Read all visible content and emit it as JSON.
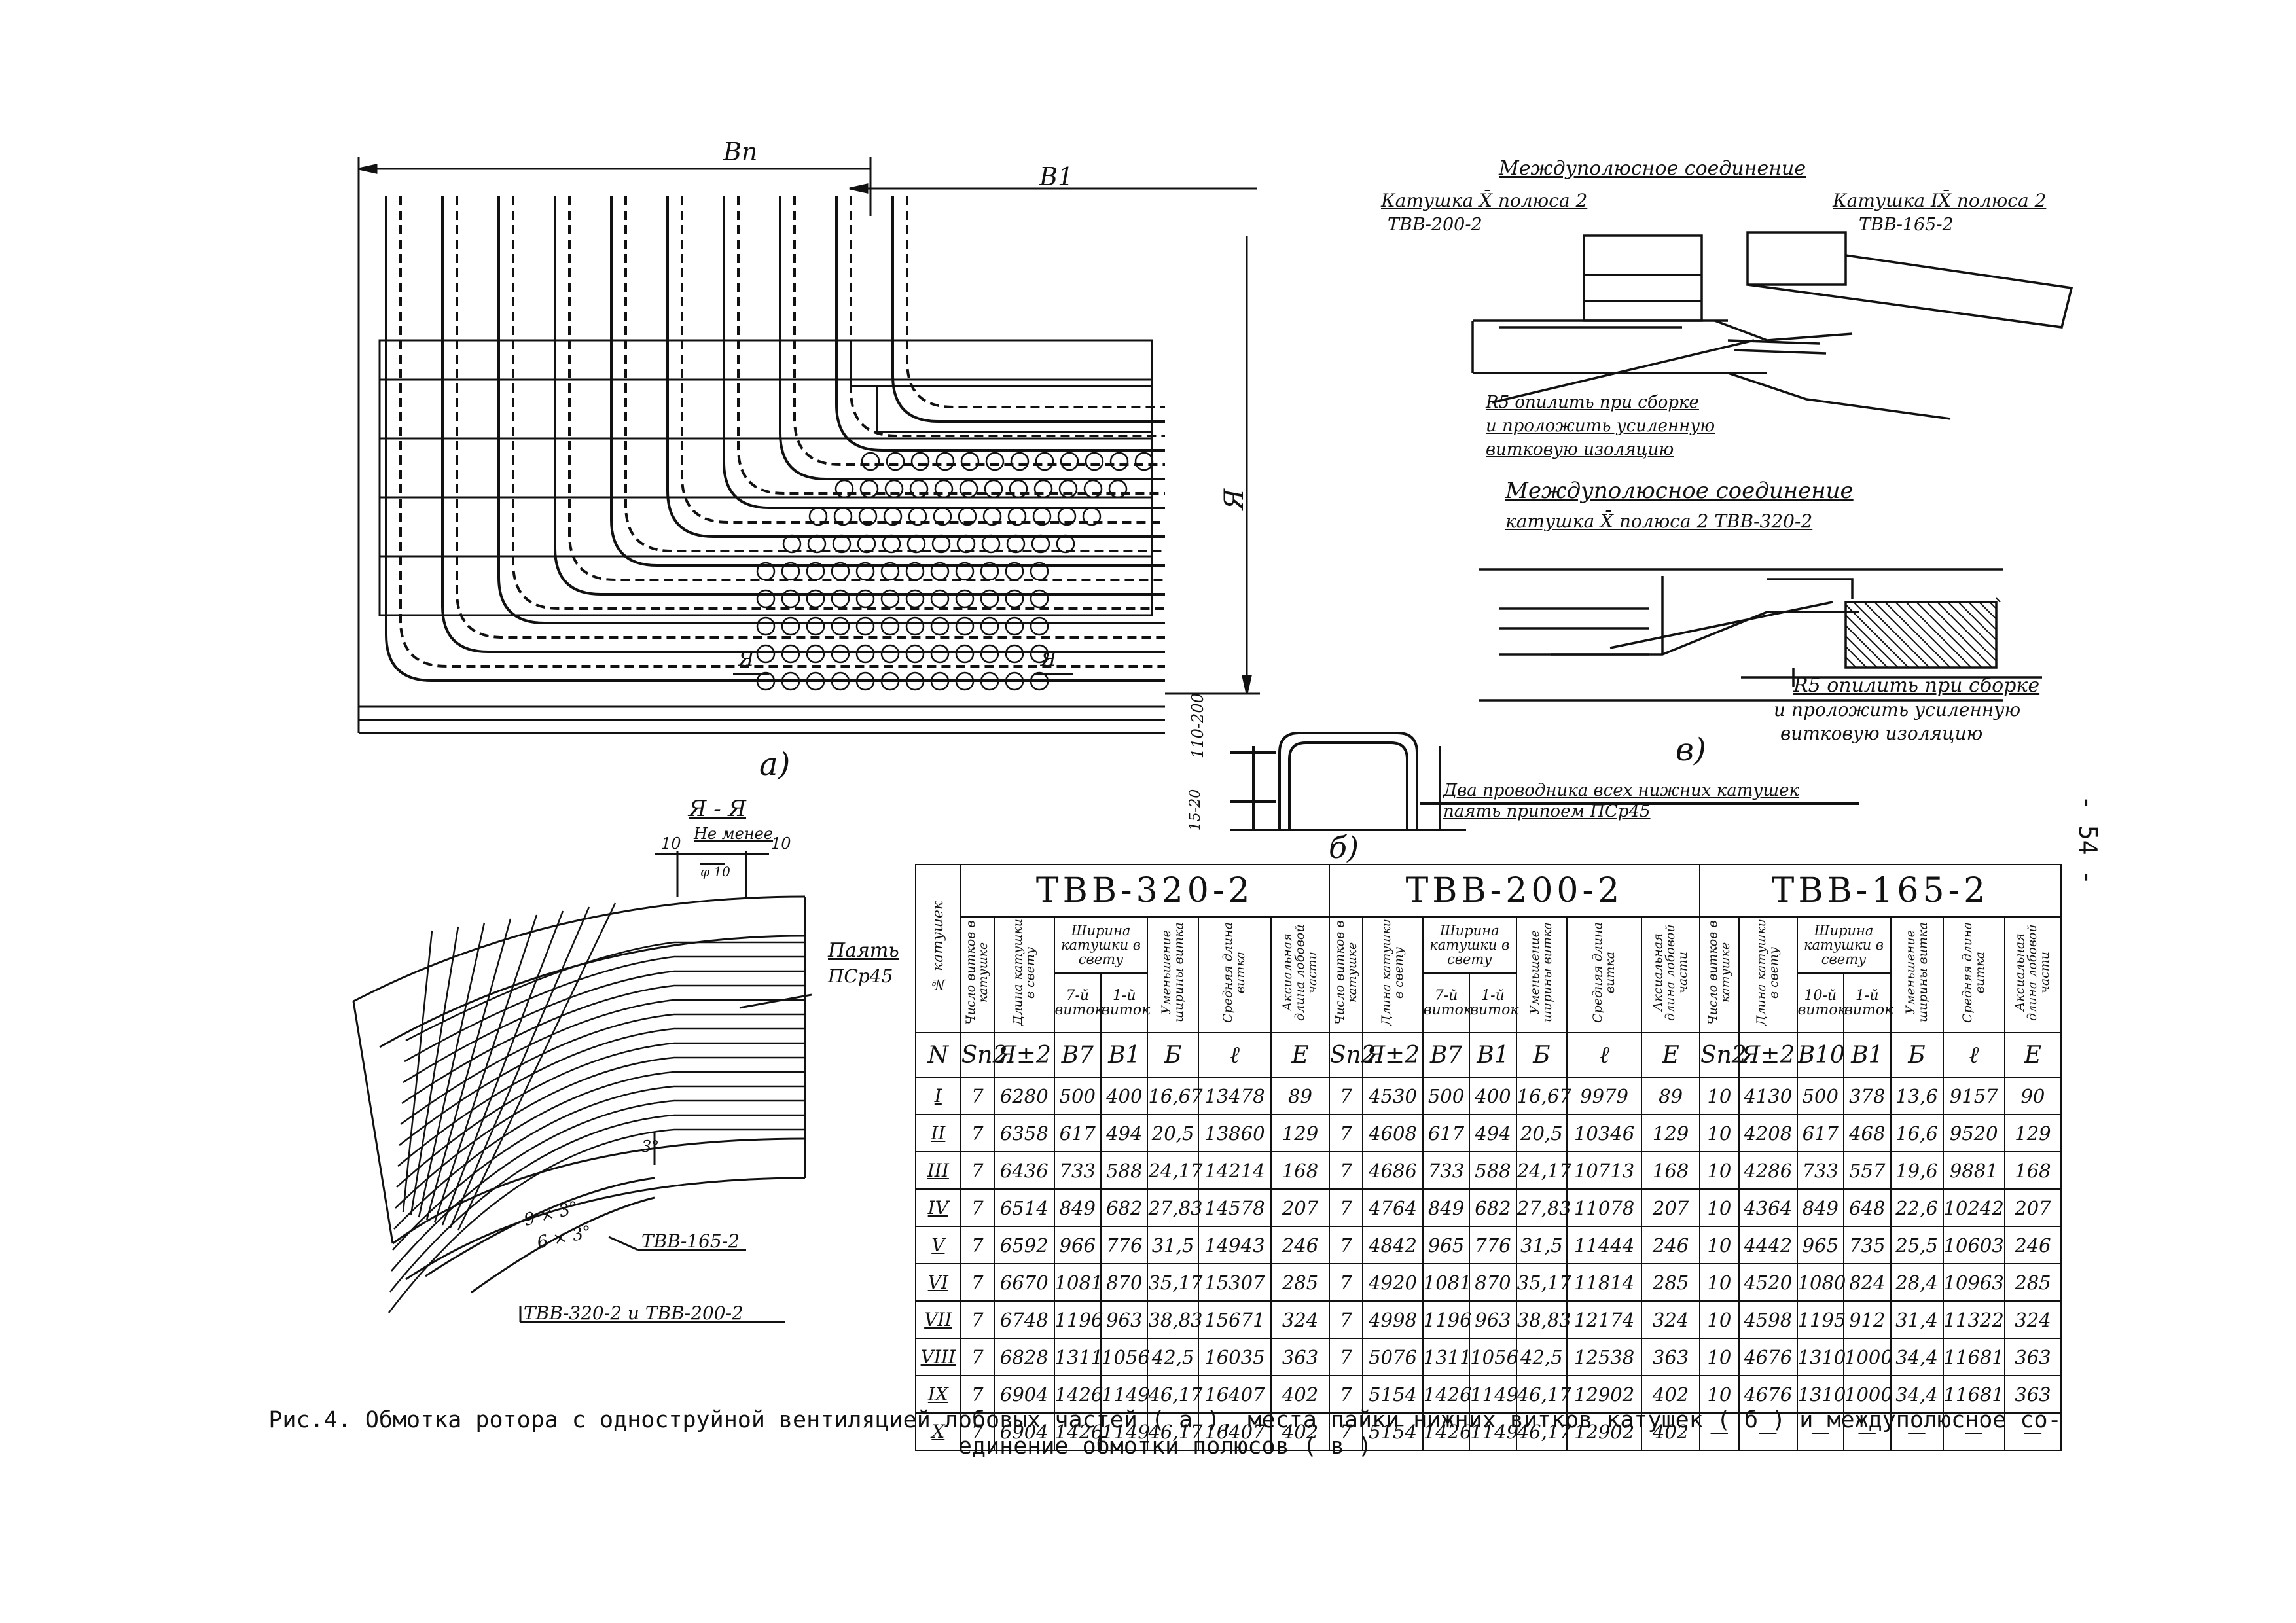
{
  "figure_a": {
    "dim_bn": "Bп",
    "dim_b1": "B1",
    "dim_a": "Я",
    "dim_110_200": "110-200",
    "dim_15_20": "15-20",
    "section_mark_left": "Я",
    "section_mark_right": "Я",
    "label": "а)"
  },
  "figure_b": {
    "label": "б)",
    "note": "Два проводника всех нижних катушек паять припоем ПСр45"
  },
  "figure_v": {
    "title1": "Междуполюсное соединение",
    "coil_left": "Катушка X̄ полюса 2",
    "model_left": "ТВВ-200-2",
    "coil_right": "Катушка IX̄ полюса 2",
    "model_right": "ТВВ-165-2",
    "note1_line1": "R5 опилить при сборке",
    "note1_line2": "и проложить усиленную",
    "note1_line3": "витковую изоляцию",
    "title2": "Междуполюсное соединение",
    "coil_320": "катушка X̄ полюса 2  ТВВ-320-2",
    "note2_line1": "R5 опилить при сборке",
    "note2_line2": "и проложить усиленную",
    "note2_line3": "витковую изоляцию",
    "label": "в)"
  },
  "section_aa": {
    "title": "Я - Я",
    "min_note": "Не менее",
    "dim_10_left": "10",
    "dim_10_right": "10",
    "dim_phi": "φ 10",
    "solder": "Паять",
    "solder_alloy": "ПСр45",
    "angle": "3°",
    "arc1": "9 × 3°",
    "arc2": "6 × 3°",
    "model1": "ТВВ-165-2",
    "model2": "ТВВ-320-2 и ТВВ-200-2"
  },
  "table": {
    "first_col_header": "№ катушек",
    "models": [
      "ТВВ-320-2",
      "ТВВ-200-2",
      "ТВВ-165-2"
    ],
    "headers": {
      "turns": "Число витков в катушке",
      "length": "Длина катушки в свету",
      "width": "Ширина катушки в свету",
      "width_first": "7-й виток",
      "width_first_165": "10-й виток",
      "width_second": "1-й виток",
      "reduction": "Уменьшение ширины витка",
      "avg_len": "Средняя длина витка",
      "axial": "Аксиальная длина лобовой части"
    },
    "symbols": {
      "n": "N",
      "set320": [
        "Sп2",
        "Я±2",
        "B7",
        "B1",
        "Б",
        "ℓ",
        "E"
      ],
      "set200": [
        "Sп2",
        "Я±2",
        "B7",
        "B1",
        "Б",
        "ℓ",
        "E"
      ],
      "set165": [
        "Sп2",
        "Я±2",
        "B10",
        "B1",
        "Б",
        "ℓ",
        "E"
      ]
    },
    "rows": [
      {
        "n": "I",
        "a": [
          "7",
          "6280",
          "500",
          "400",
          "16,67",
          "13478",
          "89"
        ],
        "b": [
          "7",
          "4530",
          "500",
          "400",
          "16,67",
          "9979",
          "89"
        ],
        "c": [
          "10",
          "4130",
          "500",
          "378",
          "13,6",
          "9157",
          "90"
        ]
      },
      {
        "n": "II",
        "a": [
          "7",
          "6358",
          "617",
          "494",
          "20,5",
          "13860",
          "129"
        ],
        "b": [
          "7",
          "4608",
          "617",
          "494",
          "20,5",
          "10346",
          "129"
        ],
        "c": [
          "10",
          "4208",
          "617",
          "468",
          "16,6",
          "9520",
          "129"
        ]
      },
      {
        "n": "III",
        "a": [
          "7",
          "6436",
          "733",
          "588",
          "24,17",
          "14214",
          "168"
        ],
        "b": [
          "7",
          "4686",
          "733",
          "588",
          "24,17",
          "10713",
          "168"
        ],
        "c": [
          "10",
          "4286",
          "733",
          "557",
          "19,6",
          "9881",
          "168"
        ]
      },
      {
        "n": "IV",
        "a": [
          "7",
          "6514",
          "849",
          "682",
          "27,83",
          "14578",
          "207"
        ],
        "b": [
          "7",
          "4764",
          "849",
          "682",
          "27,83",
          "11078",
          "207"
        ],
        "c": [
          "10",
          "4364",
          "849",
          "648",
          "22,6",
          "10242",
          "207"
        ]
      },
      {
        "n": "V",
        "a": [
          "7",
          "6592",
          "966",
          "776",
          "31,5",
          "14943",
          "246"
        ],
        "b": [
          "7",
          "4842",
          "965",
          "776",
          "31,5",
          "11444",
          "246"
        ],
        "c": [
          "10",
          "4442",
          "965",
          "735",
          "25,5",
          "10603",
          "246"
        ]
      },
      {
        "n": "VI",
        "a": [
          "7",
          "6670",
          "1081",
          "870",
          "35,17",
          "15307",
          "285"
        ],
        "b": [
          "7",
          "4920",
          "1081",
          "870",
          "35,17",
          "11814",
          "285"
        ],
        "c": [
          "10",
          "4520",
          "1080",
          "824",
          "28,4",
          "10963",
          "285"
        ]
      },
      {
        "n": "VII",
        "a": [
          "7",
          "6748",
          "1196",
          "963",
          "38,83",
          "15671",
          "324"
        ],
        "b": [
          "7",
          "4998",
          "1196",
          "963",
          "38,83",
          "12174",
          "324"
        ],
        "c": [
          "10",
          "4598",
          "1195",
          "912",
          "31,4",
          "11322",
          "324"
        ]
      },
      {
        "n": "VIII",
        "a": [
          "7",
          "6828",
          "1311",
          "1056",
          "42,5",
          "16035",
          "363"
        ],
        "b": [
          "7",
          "5076",
          "1311",
          "1056",
          "42,5",
          "12538",
          "363"
        ],
        "c": [
          "10",
          "4676",
          "1310",
          "1000",
          "34,4",
          "11681",
          "363"
        ]
      },
      {
        "n": "IX",
        "a": [
          "7",
          "6904",
          "1426",
          "1149",
          "46,17",
          "16407",
          "402"
        ],
        "b": [
          "7",
          "5154",
          "1426",
          "1149",
          "46,17",
          "12902",
          "402"
        ],
        "c": [
          "10",
          "4676",
          "1310",
          "1000",
          "34,4",
          "11681",
          "363"
        ]
      },
      {
        "n": "X",
        "a": [
          "7",
          "6904",
          "1426",
          "1149",
          "46,17",
          "16407",
          "402"
        ],
        "b": [
          "7",
          "5154",
          "1426",
          "1149",
          "46,17",
          "12902",
          "402"
        ],
        "c": [
          "—",
          "—",
          "—",
          "—",
          "—",
          "—",
          "—"
        ]
      }
    ]
  },
  "caption_line1": "Рис.4. Обмотка ротора с одноструйной вентиляцией лобовых частей ( а ), места пайки нижних витков катушек ( б ) и междуполюсное со-",
  "caption_line2": "единение обмотки полюсов ( в )",
  "page_number": "- 54 -"
}
